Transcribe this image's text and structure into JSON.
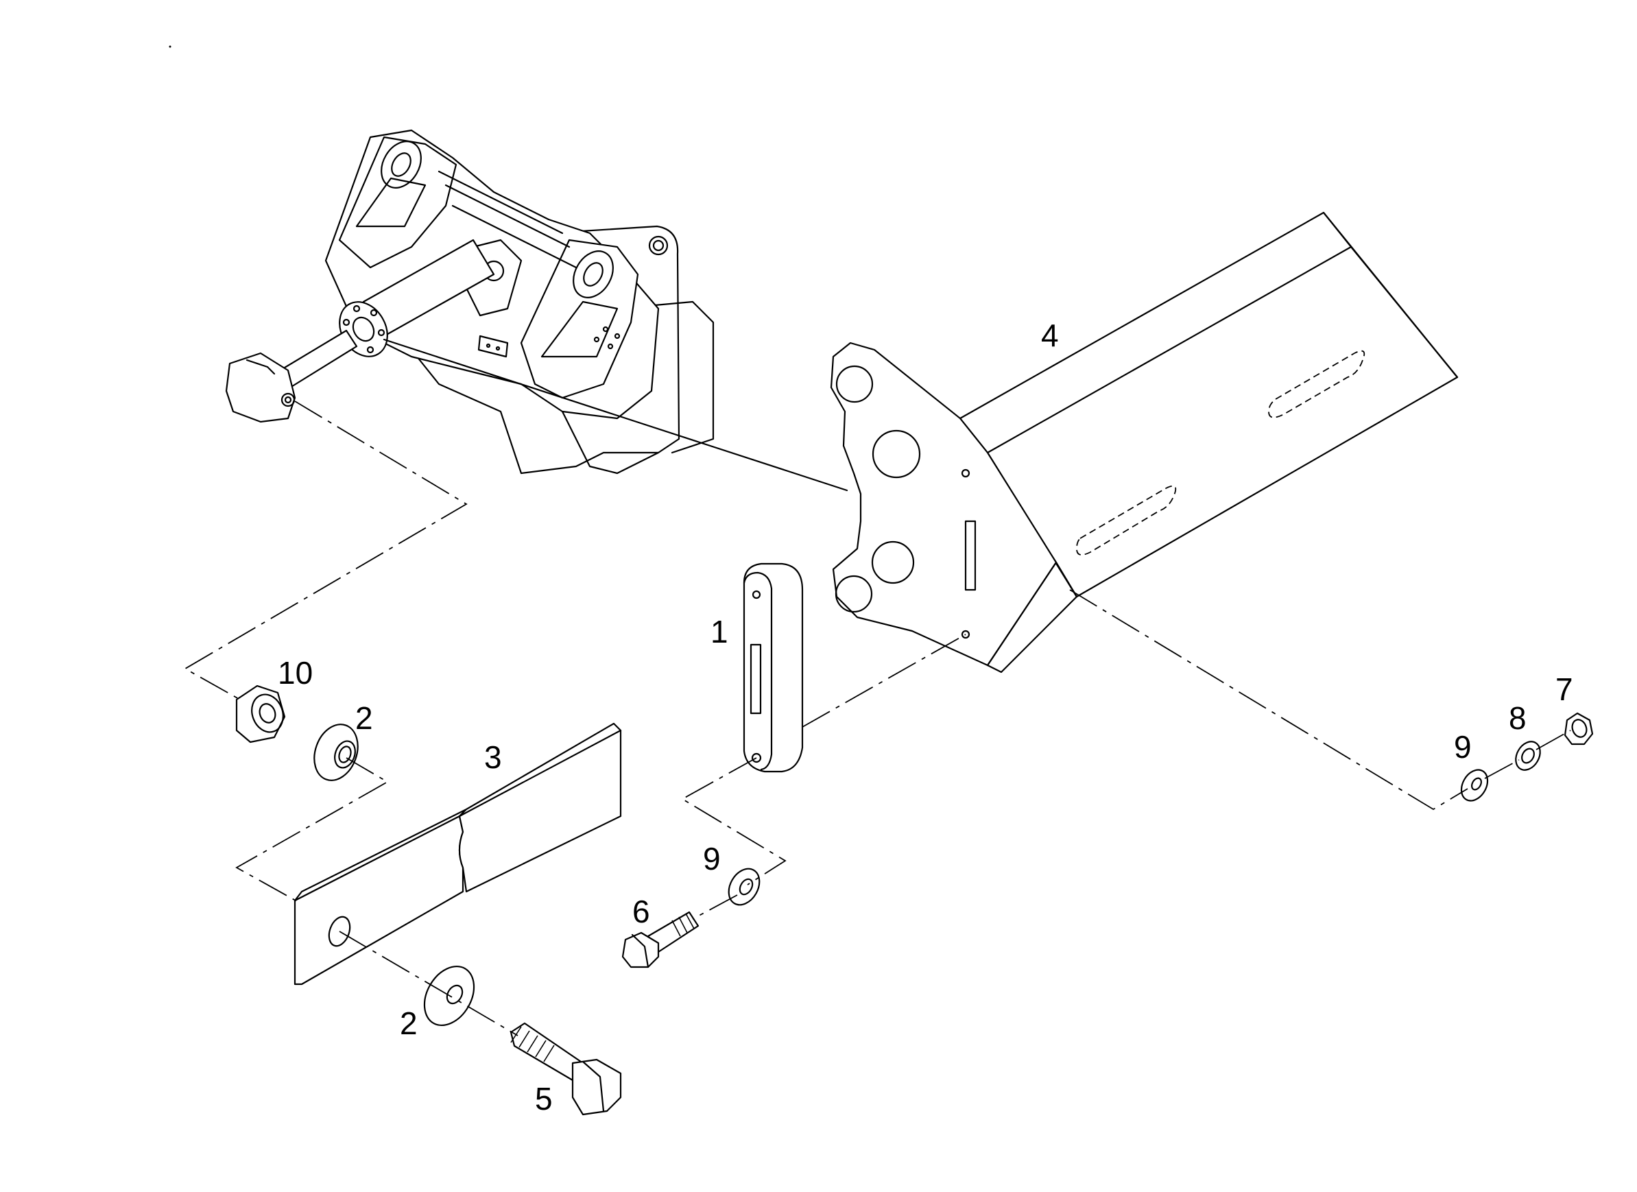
{
  "callouts": {
    "c1": "1",
    "c2a": "2",
    "c2b": "2",
    "c3": "3",
    "c4": "4",
    "c5": "5",
    "c6": "6",
    "c7": "7",
    "c8": "8",
    "c9a": "9",
    "c9b": "9",
    "c10": "10"
  },
  "colors": {
    "line": "#000000",
    "background": "#ffffff"
  }
}
